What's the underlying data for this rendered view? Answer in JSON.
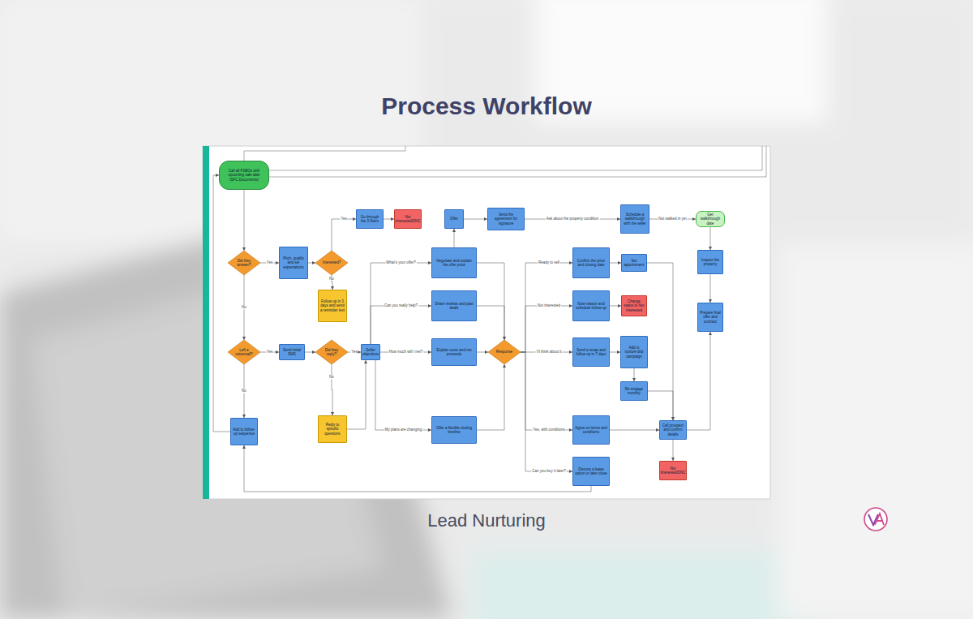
{
  "diagram": {
    "title": "Process Workflow",
    "caption": "Lead Nurturing",
    "nodes": [
      {
        "text": [
          "Call all FSBOs with upcoming sale date (SFC Documents)"
        ]
      },
      {
        "text": [
          "Did they answer?"
        ]
      },
      {
        "text": [
          "Pitch, qualify and set expectations"
        ]
      },
      {
        "text": [
          "Interested?"
        ]
      },
      {
        "text": [
          "Go through the 3 filters"
        ]
      },
      {
        "text": [
          "Not interested/DNC"
        ]
      },
      {
        "text": [
          "Follow up in 3 days and send a reminder text"
        ]
      },
      {
        "text": [
          "Left a voicemail?"
        ]
      },
      {
        "text": [
          "Send initial SMS"
        ]
      },
      {
        "text": [
          "Did they reply?"
        ]
      },
      {
        "text": [
          "Reply to specific questions"
        ]
      },
      {
        "text": [
          "Add to follow-up sequence"
        ]
      },
      {
        "text": [
          "Seller objections"
        ]
      },
      {
        "text": [
          "Negotiate and explain the offer price"
        ]
      },
      {
        "text": [
          "Offer"
        ]
      },
      {
        "text": [
          "Send the agreement for signature"
        ]
      },
      {
        "text": [
          "Share reviews and past deals"
        ]
      },
      {
        "text": [
          "Explain costs and net proceeds"
        ]
      },
      {
        "text": [
          "Offer a flexible closing timeline"
        ]
      },
      {
        "text": [
          "Response"
        ]
      },
      {
        "text": [
          "Confirm the price and closing date"
        ]
      },
      {
        "text": [
          "Set appointment"
        ]
      },
      {
        "text": [
          "Note reason and schedule follow-up"
        ]
      },
      {
        "text": [
          "Change status to Not Interested"
        ]
      },
      {
        "text": [
          "Send a recap and follow up in 7 days"
        ]
      },
      {
        "text": [
          "Add to nurture drip campaign"
        ]
      },
      {
        "text": [
          "Re-engage monthly"
        ]
      },
      {
        "text": [
          "Agree on terms and conditions"
        ]
      },
      {
        "text": [
          "Discuss a lease option or later close"
        ]
      },
      {
        "text": [
          "Schedule a walkthrough with the seller"
        ]
      },
      {
        "text": [
          "Get walkthrough date"
        ]
      },
      {
        "text": [
          "Inspect the property"
        ]
      },
      {
        "text": [
          "Prepare final offer and contract"
        ]
      },
      {
        "text": [
          "Call prospect and confirm details"
        ]
      },
      {
        "text": [
          "Not interested/DNC"
        ]
      }
    ],
    "edges": [
      {
        "from": 0,
        "to": 1,
        "arrow": "to"
      },
      {
        "from": 1,
        "to": 2,
        "label": "Yes",
        "arrow": "to"
      },
      {
        "from": 2,
        "to": 3,
        "arrow": "to"
      },
      {
        "from": 3,
        "to": 4,
        "label": "Yes",
        "arrow": "to"
      },
      {
        "from": 4,
        "to": 5,
        "arrow": "to"
      },
      {
        "from": 3,
        "to": 6,
        "label": "No",
        "arrow": "to"
      },
      {
        "from": 1,
        "to": 7,
        "label": "No",
        "arrow": "to"
      },
      {
        "from": 7,
        "to": 8,
        "label": "Yes",
        "arrow": "to"
      },
      {
        "from": 8,
        "to": 9,
        "arrow": "to"
      },
      {
        "from": 9,
        "to": 12,
        "label": "Yes",
        "arrow": "to"
      },
      {
        "from": 9,
        "to": 10,
        "label": "No",
        "arrow": "to"
      },
      {
        "from": 7,
        "to": 11,
        "label": "No",
        "arrow": "to"
      },
      {
        "from": 10,
        "to": 12,
        "arrow": "to"
      },
      {
        "from": 12,
        "to": 13,
        "label": "What's your offer?",
        "arrow": "to"
      },
      {
        "from": 12,
        "to": 16,
        "label": "Can you really help?",
        "arrow": "to"
      },
      {
        "from": 12,
        "to": 17,
        "label": "How much will I net?",
        "arrow": "to"
      },
      {
        "from": 12,
        "to": 18,
        "label": "My plans are changing",
        "arrow": "to"
      },
      {
        "from": 13,
        "to": 14,
        "arrow": "to"
      },
      {
        "from": 14,
        "to": 15,
        "arrow": "to"
      },
      {
        "from": 15,
        "to": 29,
        "label": "Ask about the property condition",
        "arrow": "to"
      },
      {
        "from": 29,
        "to": 30,
        "label": "Not walked in yet",
        "arrow": "to"
      },
      {
        "from": 30,
        "to": 31,
        "arrow": "to"
      },
      {
        "from": 31,
        "to": 32,
        "arrow": "to"
      },
      {
        "from": 13,
        "to": 19,
        "arrow": "to"
      },
      {
        "from": 16,
        "to": 19,
        "arrow": "to"
      },
      {
        "from": 17,
        "to": 19,
        "arrow": "to"
      },
      {
        "from": 18,
        "to": 19,
        "arrow": "to"
      },
      {
        "from": 19,
        "to": 20,
        "label": "Ready to sell",
        "arrow": "to"
      },
      {
        "from": 19,
        "to": 22,
        "label": "Not interested",
        "arrow": "to"
      },
      {
        "from": 19,
        "to": 24,
        "label": "I'll think about it",
        "arrow": "to"
      },
      {
        "from": 19,
        "to": 27,
        "label": "Yes, with conditions",
        "arrow": "to"
      },
      {
        "from": 19,
        "to": 28,
        "label": "Can you buy it later?",
        "arrow": "to"
      },
      {
        "from": 20,
        "to": 21,
        "arrow": "to"
      },
      {
        "from": 22,
        "to": 23,
        "arrow": "to"
      },
      {
        "from": 24,
        "to": 25,
        "arrow": "to"
      },
      {
        "from": 25,
        "to": 26,
        "arrow": "to"
      },
      {
        "from": 27,
        "to": 33,
        "arrow": "to"
      },
      {
        "from": 21,
        "to": 33,
        "arrow": "to"
      },
      {
        "from": 26,
        "to": 33,
        "arrow": "to"
      },
      {
        "from": 33,
        "to": 34,
        "arrow": "to"
      },
      {
        "from": 33,
        "to": 32,
        "arrow": "to"
      },
      {
        "from": 28,
        "to": 11,
        "arrow": "to"
      },
      {
        "from": 11,
        "to": 0,
        "arrow": "to"
      }
    ]
  }
}
